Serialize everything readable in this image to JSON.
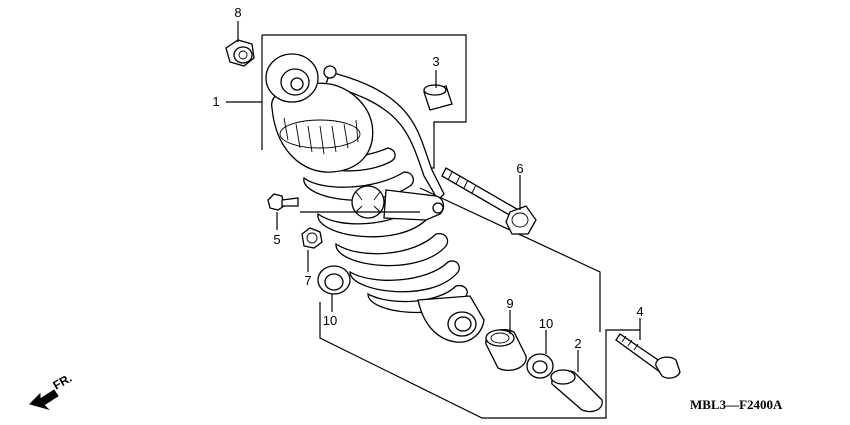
{
  "diagram": {
    "callouts": [
      {
        "id": "c1",
        "text": "1"
      },
      {
        "id": "c2",
        "text": "2"
      },
      {
        "id": "c3",
        "text": "3"
      },
      {
        "id": "c4",
        "text": "4"
      },
      {
        "id": "c5",
        "text": "5"
      },
      {
        "id": "c6",
        "text": "6"
      },
      {
        "id": "c7",
        "text": "7"
      },
      {
        "id": "c8",
        "text": "8"
      },
      {
        "id": "c9",
        "text": "9"
      },
      {
        "id": "c10a",
        "text": "10"
      },
      {
        "id": "c10b",
        "text": "10"
      }
    ],
    "forward_label": "FR.",
    "diagram_code": "MBL3—F2400A"
  }
}
